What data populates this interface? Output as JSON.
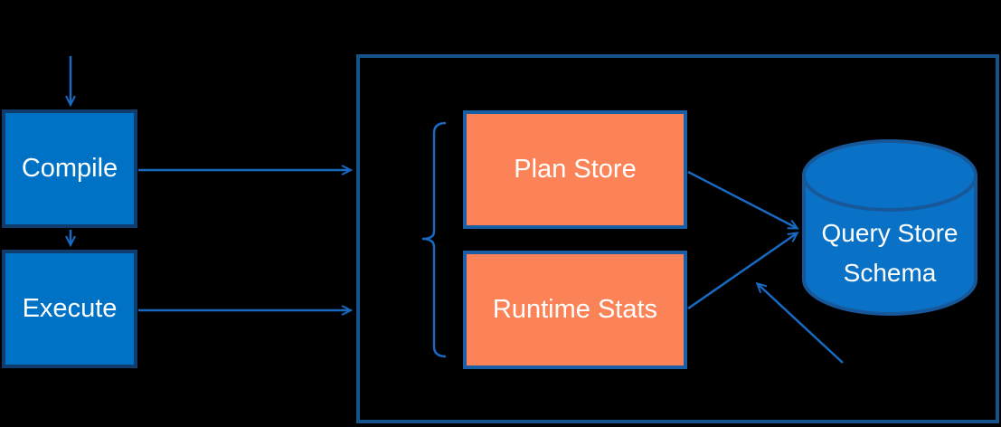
{
  "diagram": {
    "nodes": {
      "compile": {
        "label": "Compile"
      },
      "execute": {
        "label": "Execute"
      },
      "plan_store": {
        "label": "Plan Store"
      },
      "runtime_stats": {
        "label": "Runtime Stats"
      },
      "query_store_schema": {
        "label": "Query Store Schema"
      }
    },
    "colors": {
      "background": "#000000",
      "blue_fill": "#0072C6",
      "blue_border": "#103D6E",
      "orange_fill": "#FB8357",
      "orange_border": "#1A5FA5",
      "container_border": "#14538C",
      "arrow": "#1769C1",
      "cylinder_fill": "#0A72C6",
      "cylinder_border": "#17589B",
      "label_text": "#FFFFFF"
    }
  }
}
